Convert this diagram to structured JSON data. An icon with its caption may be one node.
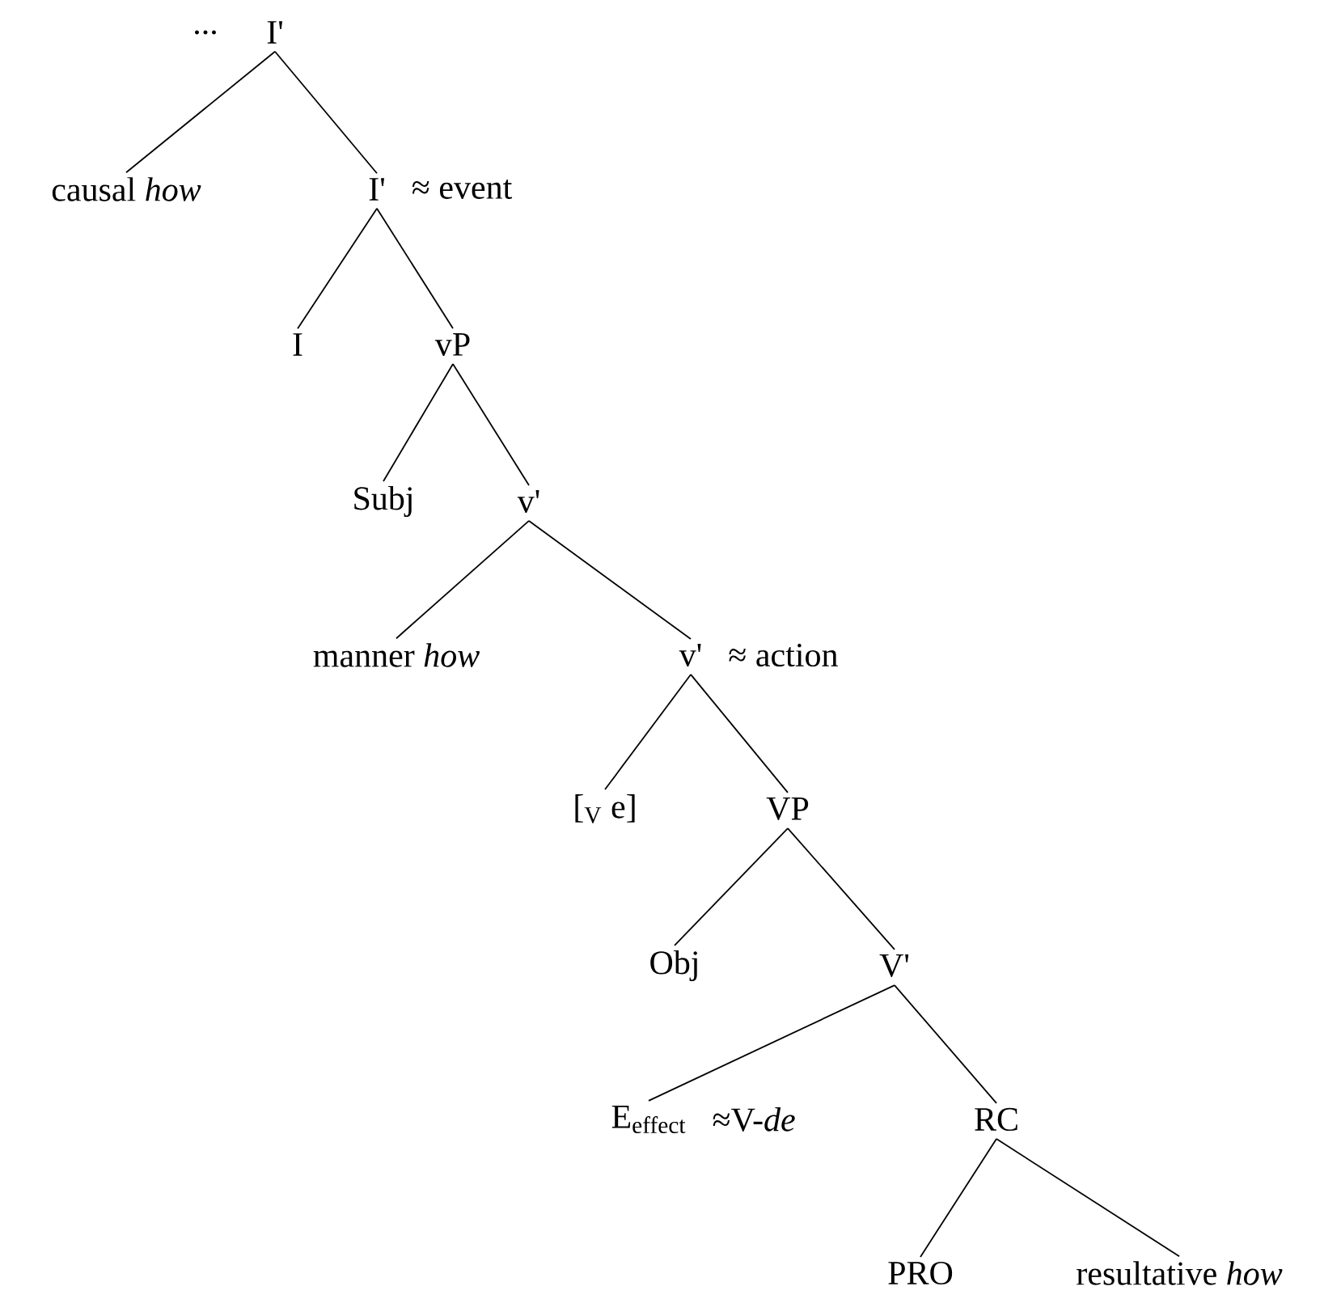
{
  "diagram": {
    "nodes": [
      {
        "text": [
          "I'"
        ]
      },
      {
        "text": [
          "causal *how*"
        ]
      },
      {
        "text": [
          "I'"
        ],
        "beside": [
          "≈ event"
        ]
      },
      {
        "text": [
          "I"
        ]
      },
      {
        "text": [
          "vP"
        ]
      },
      {
        "text": [
          "Subj"
        ]
      },
      {
        "text": [
          "v'"
        ]
      },
      {
        "text": [
          "manner *how*"
        ]
      },
      {
        "text": [
          "v'"
        ],
        "beside": [
          "≈ action"
        ]
      },
      {
        "text": [
          "[$_{V}$ e]"
        ]
      },
      {
        "text": [
          "VP"
        ]
      },
      {
        "text": [
          "Obj"
        ]
      },
      {
        "text": [
          "V'"
        ]
      },
      {
        "text": [
          "E$_{effect}$"
        ],
        "beside": [
          "≈V-*de*"
        ]
      },
      {
        "text": [
          "RC"
        ]
      },
      {
        "text": [
          "PRO"
        ]
      },
      {
        "text": [
          "resultative *how*"
        ]
      }
    ],
    "edges": [
      {
        "from": 0,
        "to": 1,
        "arrow": "none"
      },
      {
        "from": 0,
        "to": 2,
        "arrow": "none"
      },
      {
        "from": 2,
        "to": 3,
        "arrow": "none"
      },
      {
        "from": 2,
        "to": 4,
        "arrow": "none"
      },
      {
        "from": 4,
        "to": 5,
        "arrow": "none"
      },
      {
        "from": 4,
        "to": 6,
        "arrow": "none"
      },
      {
        "from": 6,
        "to": 7,
        "arrow": "none"
      },
      {
        "from": 6,
        "to": 8,
        "arrow": "none"
      },
      {
        "from": 8,
        "to": 9,
        "arrow": "none"
      },
      {
        "from": 8,
        "to": 10,
        "arrow": "none"
      },
      {
        "from": 10,
        "to": 11,
        "arrow": "none"
      },
      {
        "from": 10,
        "to": 12,
        "arrow": "none"
      },
      {
        "from": 12,
        "to": 13,
        "arrow": "none"
      },
      {
        "from": 12,
        "to": 14,
        "arrow": "none"
      },
      {
        "from": 14,
        "to": 15,
        "arrow": "none"
      },
      {
        "from": 14,
        "to": 16,
        "arrow": "none"
      }
    ],
    "labels": [
      "..."
    ]
  }
}
